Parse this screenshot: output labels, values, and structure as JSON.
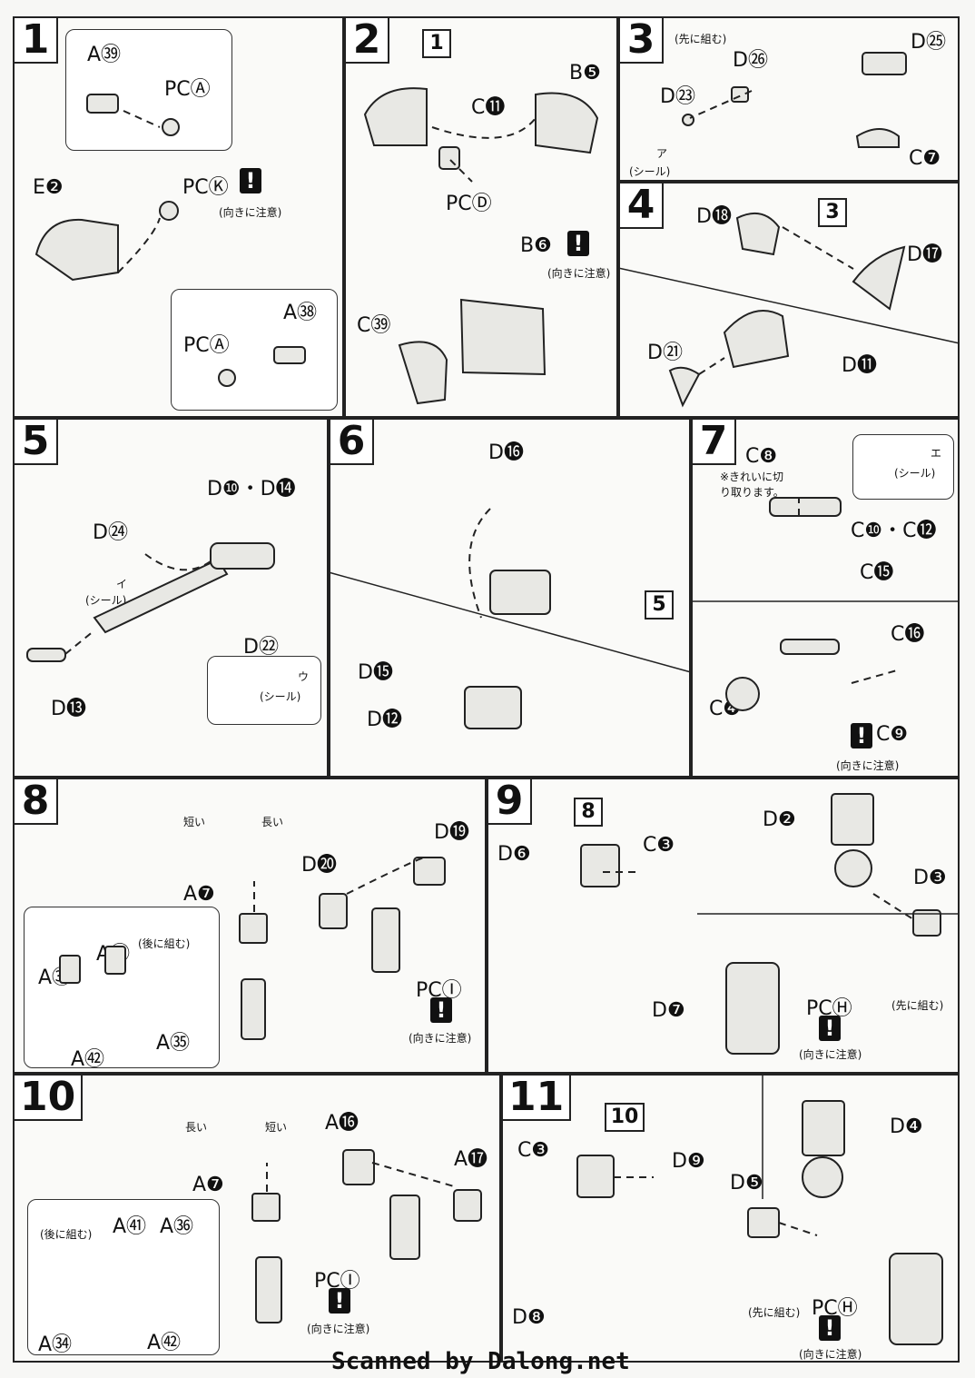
{
  "credit": "Scanned by Dalong.net",
  "notes": {
    "orientation": "(向きに注意)",
    "sticker": "(シール)",
    "assemble_first": "(先に組む)",
    "assemble_later": "(後に組む)",
    "cut_cleanly": "※きれいに切り取ります。",
    "short": "短い",
    "long": "長い"
  },
  "steps": [
    {
      "number": "1",
      "labels": [
        "A㊴",
        "PCⒶ",
        "E❷",
        "PCⓀ",
        "A㊳",
        "PCⒶ"
      ]
    },
    {
      "number": "2",
      "labels": [
        "1",
        "C⓫",
        "B❺",
        "PCⒹ",
        "B❻",
        "C㊴"
      ]
    },
    {
      "number": "3",
      "labels": [
        "D㉖",
        "D㉓",
        "D㉕",
        "C❼",
        "ア"
      ]
    },
    {
      "number": "4",
      "labels": [
        "D⓲",
        "3",
        "D⓱",
        "D㉑",
        "D⓫"
      ]
    },
    {
      "number": "5",
      "labels": [
        "D❿・D⓮",
        "D㉔",
        "イ",
        "D㉒",
        "D⓭",
        "ウ"
      ]
    },
    {
      "number": "6",
      "labels": [
        "D⓰",
        "5",
        "D⓯",
        "D⓬"
      ]
    },
    {
      "number": "7",
      "labels": [
        "C❽",
        "C❿・C⓬",
        "C⓯",
        "C⓰",
        "C❹",
        "C❾",
        "エ"
      ]
    },
    {
      "number": "8",
      "labels": [
        "A❼",
        "D⓳",
        "D⓴",
        "A㊲",
        "A㊶",
        "A㉟",
        "A㊷",
        "PCⒾ"
      ]
    },
    {
      "number": "9",
      "labels": [
        "8",
        "D❻",
        "C❸",
        "D❼",
        "D❷",
        "D❸",
        "PCⒽ"
      ]
    },
    {
      "number": "10",
      "labels": [
        "A❼",
        "A⓰",
        "A⓱",
        "A㊶",
        "A㊱",
        "A㉞",
        "A㊷",
        "PCⒾ"
      ]
    },
    {
      "number": "11",
      "labels": [
        "10",
        "C❸",
        "D❾",
        "D❽",
        "D❹",
        "D❺",
        "PCⒽ"
      ]
    }
  ]
}
